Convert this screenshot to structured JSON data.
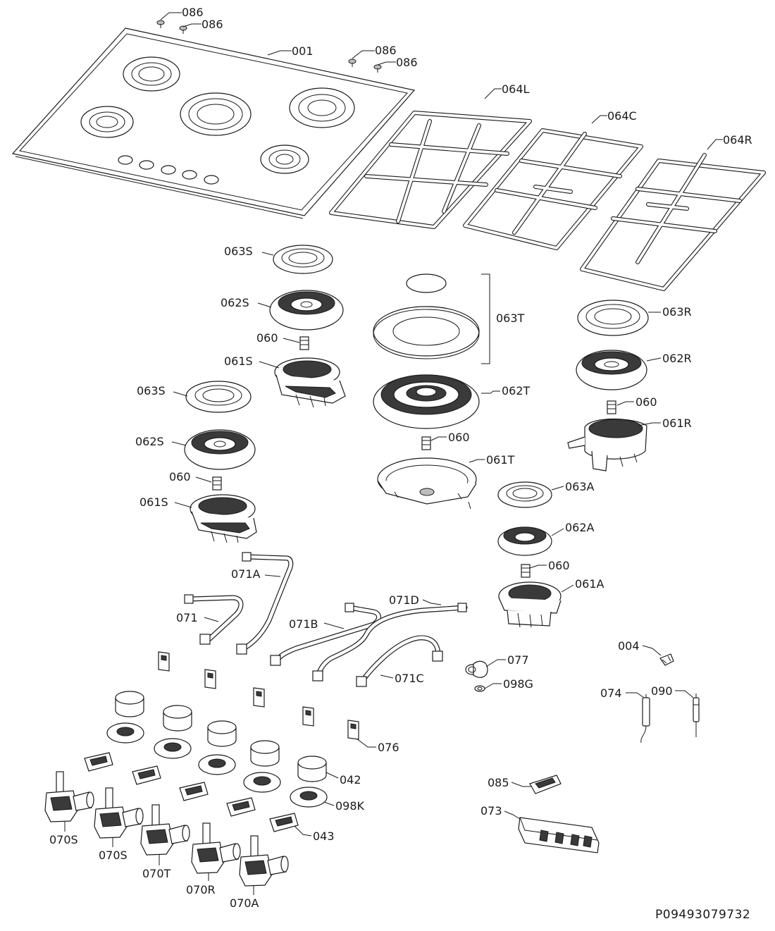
{
  "diagram_code": "P09493079732",
  "labels": {
    "l086a": "086",
    "l086b": "086",
    "l086c": "086",
    "l086d": "086",
    "l001": "001",
    "l064L": "064L",
    "l064C": "064C",
    "l064R": "064R",
    "l063S_top": "063S",
    "l062S_top": "062S",
    "l060_a": "060",
    "l061S_top": "061S",
    "l063S_mid": "063S",
    "l062S_mid": "062S",
    "l060_b": "060",
    "l061S_bot": "061S",
    "l063T": "063T",
    "l062T": "062T",
    "l060_c": "060",
    "l061T": "061T",
    "l063R": "063R",
    "l062R": "062R",
    "l060_d": "060",
    "l061R": "061R",
    "l063A": "063A",
    "l062A": "062A",
    "l060_e": "060",
    "l061A": "061A",
    "l071A": "071A",
    "l071": "071",
    "l071B": "071B",
    "l071D": "071D",
    "l071C": "071C",
    "l077": "077",
    "l098G": "098G",
    "l004": "004",
    "l074": "074",
    "l090": "090",
    "l076": "076",
    "l042": "042",
    "l098K": "098K",
    "l043": "043",
    "l085": "085",
    "l073": "073",
    "l070S_a": "070S",
    "l070S_b": "070S",
    "l070T": "070T",
    "l070R": "070R",
    "l070A": "070A"
  }
}
